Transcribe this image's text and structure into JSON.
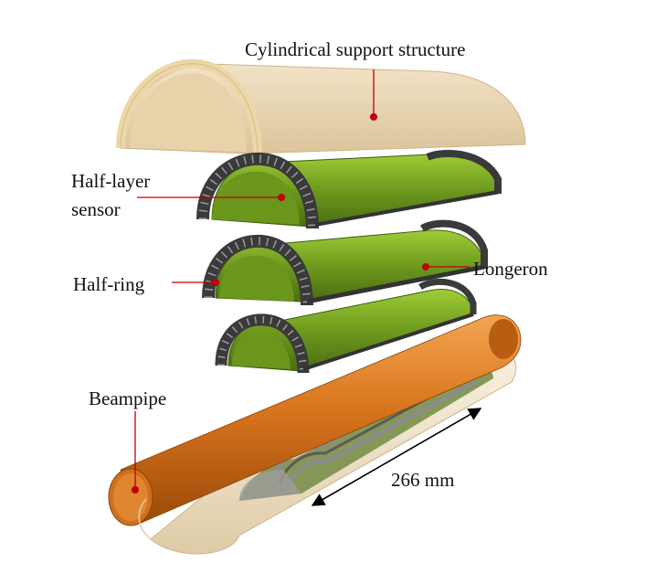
{
  "labels": {
    "support": "Cylindrical support structure",
    "half_layer_line1": "Half-layer",
    "half_layer_line2": "sensor",
    "half_ring": "Half-ring",
    "longeron": "Longeron",
    "beampipe": "Beampipe",
    "dimension": "266 mm"
  },
  "colors": {
    "support_fill": "#ead7b4",
    "support_inner": "#e0cba4",
    "sensor_green": "#6e9a1e",
    "sensor_green_light": "#8fbf2b",
    "sensor_green_dark": "#4f7414",
    "ring_gray": "#9a9a9a",
    "ring_edge": "#3a3a3a",
    "beampipe_orange": "#d8751c",
    "beampipe_light": "#f0a04a",
    "beampipe_dark": "#a8520c",
    "marker_red": "#c00000"
  },
  "icons": {
    "callout_marker": "red-dot",
    "dimension_arrow": "double-headed-arrow"
  }
}
